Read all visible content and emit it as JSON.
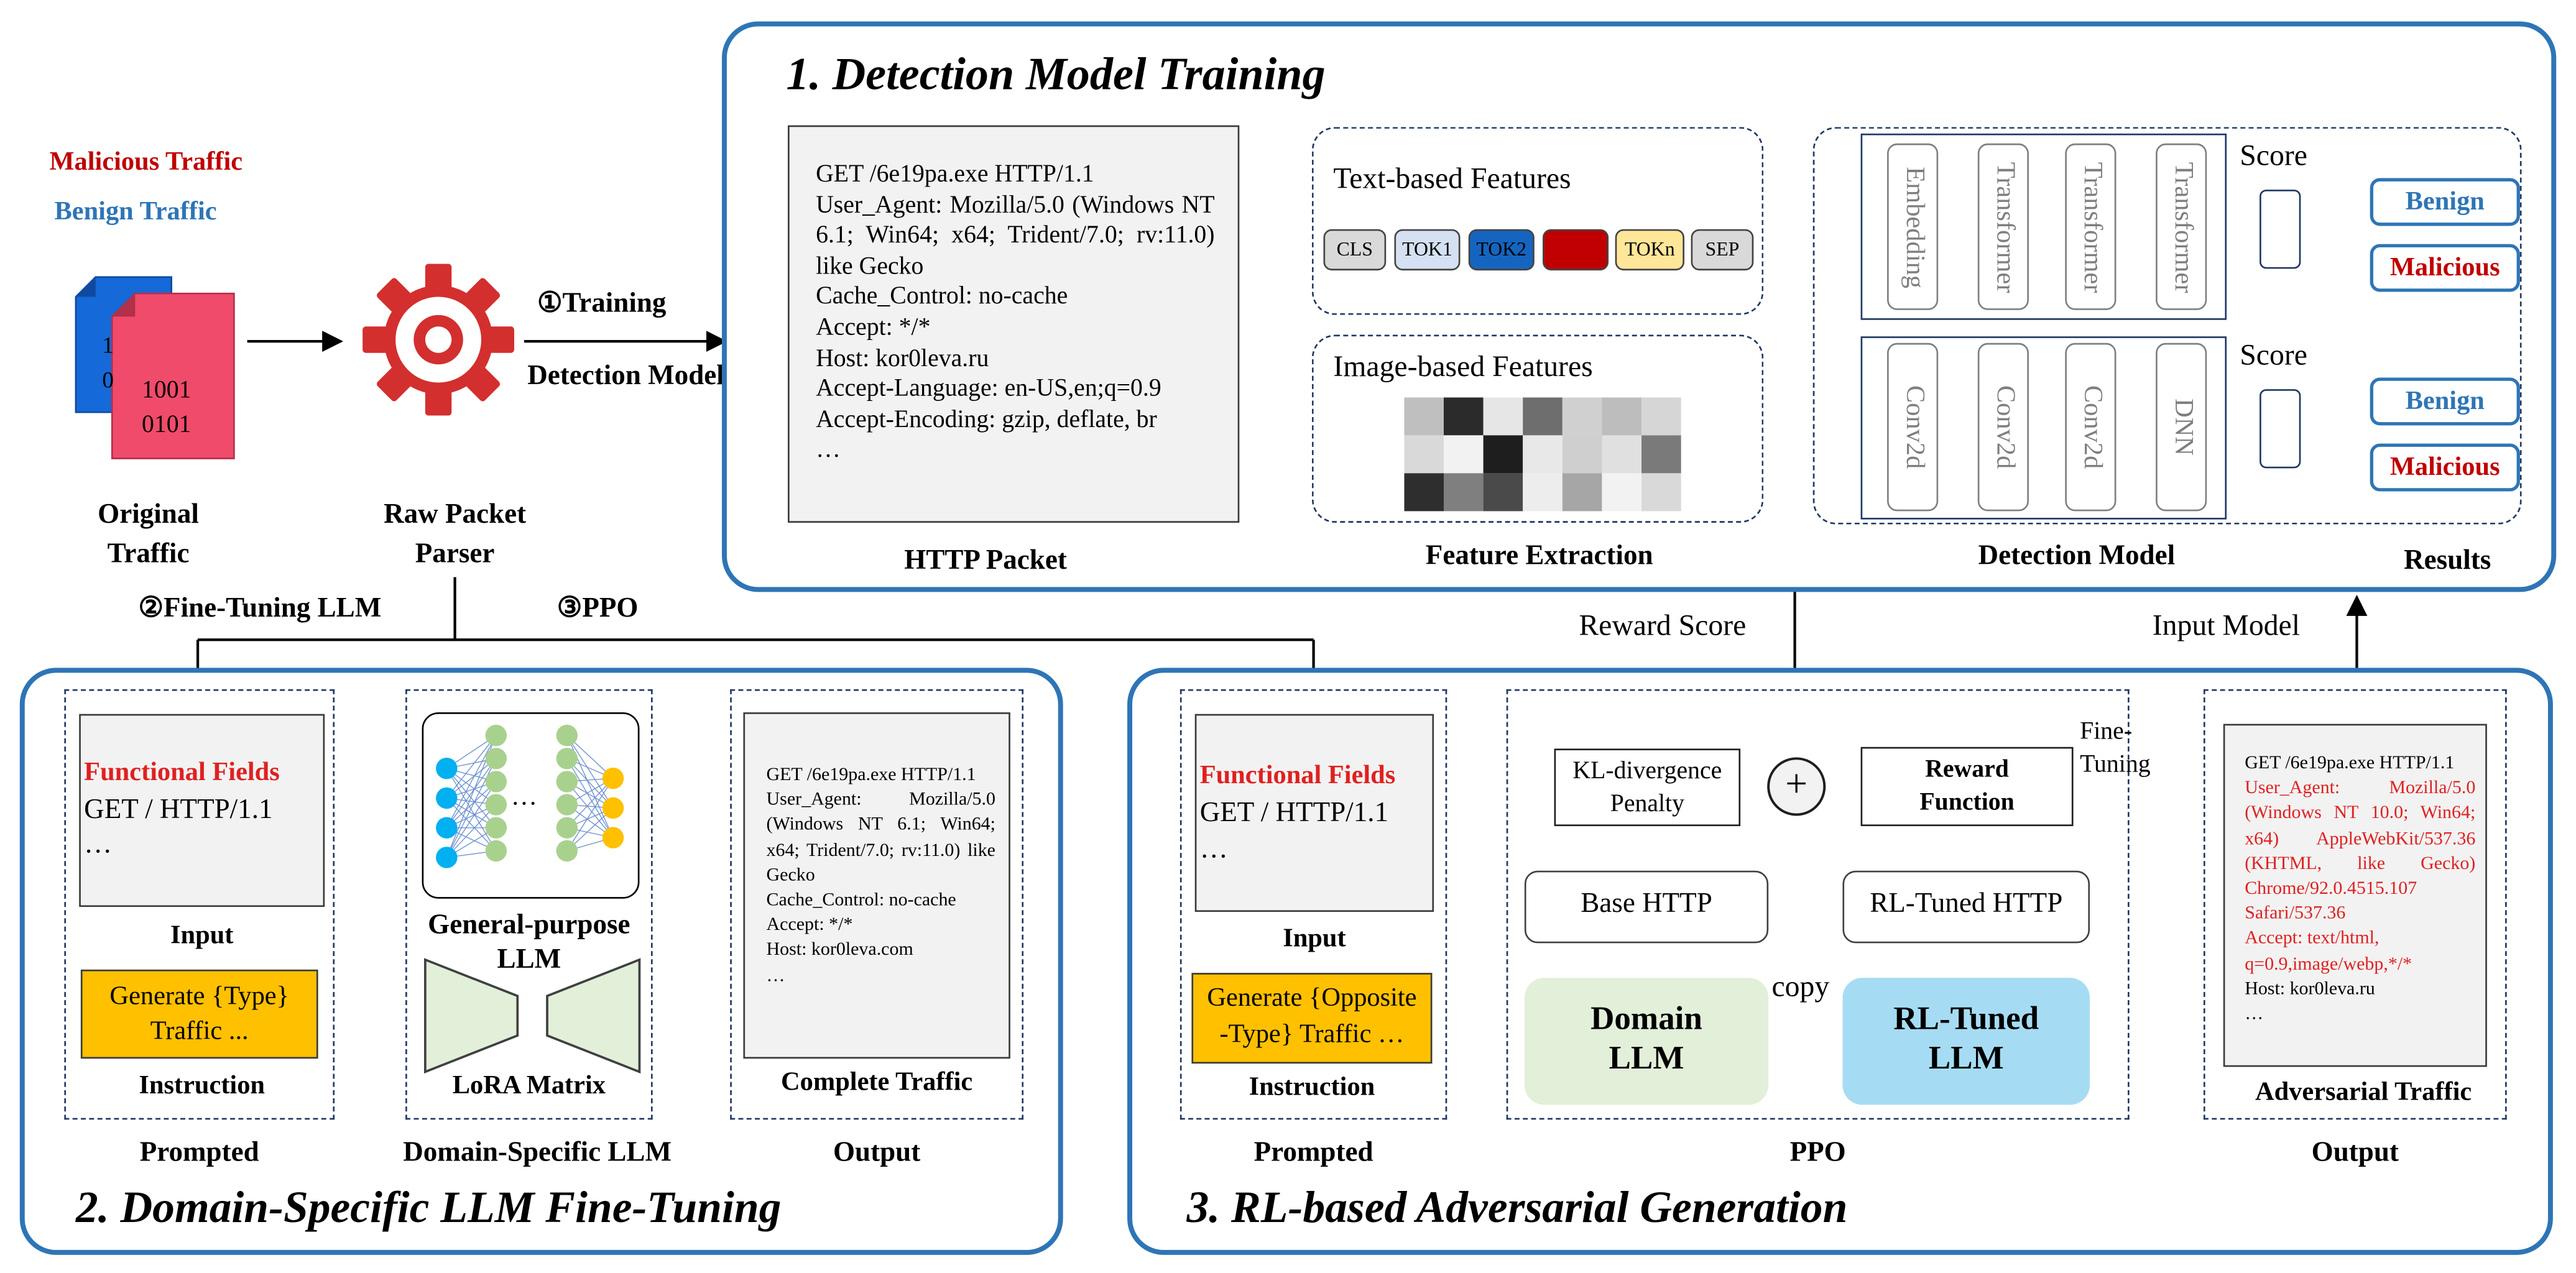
{
  "legend": {
    "malicious": "Malicious Traffic",
    "benign": "Benign Traffic"
  },
  "pipeline": {
    "file_bits": "1001\n0101",
    "file_bits_back": "1\n0",
    "original_traffic": "Original\nTraffic",
    "raw_parser": "Raw Packet\nParser",
    "training_step": "①Training",
    "detection_model_label": "Detection Model",
    "finetune_step": "②Fine-Tuning LLM",
    "ppo_step": "③PPO"
  },
  "panel1": {
    "title": "1. Detection Model Training",
    "http_packet_lines": [
      "GET /6e19pa.exe HTTP/1.1",
      "User_Agent:  Mozilla/5.0  (Windows NT  6.1;  Win64;  x64;  Trident/7.0; rv:11.0) like Gecko",
      "Cache_Control: no-cache",
      "Accept: */*",
      "Host: kor0leva.ru",
      "Accept-Language: en-US,en;q=0.9",
      "Accept-Encoding: gzip, deflate, br",
      "…"
    ],
    "http_packet_label": "HTTP Packet",
    "text_features": "Text-based Features",
    "tokens": [
      "CLS",
      "TOK1",
      "TOK2",
      "…",
      "TOKn",
      "SEP"
    ],
    "image_features": "Image-based Features",
    "feature_extraction": "Feature Extraction",
    "text_model_layers": [
      "Embedding",
      "Transformer",
      "Transformer",
      "Transformer"
    ],
    "image_model_layers": [
      "Conv2d",
      "Conv2d",
      "Conv2d",
      "DNN"
    ],
    "score": "Score",
    "detection_model": "Detection Model",
    "benign": "Benign",
    "malicious": "Malicious",
    "results": "Results"
  },
  "connectors": {
    "reward_score": "Reward Score",
    "input_model": "Input Model"
  },
  "panel2": {
    "title": "2. Domain-Specific LLM Fine-Tuning",
    "functional_fields": "Functional Fields",
    "input_lines": [
      "GET / HTTP/1.1",
      "…"
    ],
    "input_label": "Input",
    "instruction_text": "Generate {Type}\nTraffic ...",
    "instruction_label": "Instruction",
    "prompted": "Prompted",
    "llm_dots": "…",
    "general_llm": "General-purpose\nLLM",
    "lora": "LoRA Matrix",
    "domain_llm": "Domain-Specific LLM",
    "output_lines": [
      "GET /6e19pa.exe HTTP/1.1",
      "User_Agent:  Mozilla/5.0 (Windows NT 6.1; Win64; x64; Trident/7.0; rv:11.0) like Gecko",
      "Cache_Control: no-cache",
      "Accept: */*",
      "Host: kor0leva.com",
      "…"
    ],
    "complete_traffic": "Complete Traffic",
    "output": "Output"
  },
  "panel3": {
    "title": "3. RL-based Adversarial Generation",
    "functional_fields": "Functional Fields",
    "input_lines": [
      "GET / HTTP/1.1",
      "…"
    ],
    "input_label": "Input",
    "instruction_text": "Generate {Opposite\n-Type} Traffic …",
    "instruction_label": "Instruction",
    "prompted": "Prompted",
    "kl_penalty": "KL-divergence\nPenalty",
    "plus": "+",
    "reward_function": "Reward\nFunction",
    "fine_tuning": "Fine-\nTuning",
    "base_http": "Base HTTP",
    "rl_http": "RL-Tuned HTTP",
    "domain_llm": "Domain\nLLM",
    "copy": "copy",
    "rl_llm": "RL-Tuned\nLLM",
    "ppo": "PPO",
    "adv_black": [
      "GET /6e19pa.exe HTTP/1.1"
    ],
    "adv_red": [
      "User_Agent:  Mozilla/5.0 (Windows NT 10.0; Win64; x64) AppleWebKit/537.36 (KHTML,  like  Gecko) Chrome/92.0.4515.107 Safari/537.36",
      "Accept: text/html, q=0.9,image/webp,*/*"
    ],
    "adv_tail": [
      "Host: kor0leva.ru",
      "…"
    ],
    "adversarial_traffic": "Adversarial Traffic",
    "output": "Output"
  },
  "colors": {
    "panel_border": "#2e75b6",
    "dashed_border": "#1f3864",
    "malicious_red": "#c00000",
    "benign_blue": "#2e75b6",
    "functional_red": "#e02020",
    "instruction_yellow": "#ffc000",
    "domain_llm_green": "#e2efd9",
    "rl_llm_blue": "#a6dcf3",
    "file_blue": "#1569d8",
    "file_pink": "#f04b6b",
    "gear_red": "#d32f2f",
    "node_blue": "#00b0f0",
    "node_green": "#a9d18e",
    "node_yellow": "#ffc000"
  },
  "icons": {
    "gear": "gear-icon",
    "file": "file-icon",
    "neural_net": "neural-network-icon",
    "lora": "lora-trapezoid-icon"
  }
}
